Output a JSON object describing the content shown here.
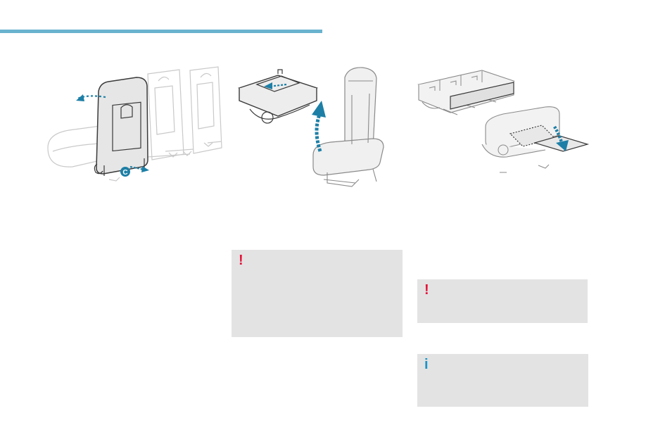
{
  "header": {
    "accent_color": "#6ab3cf"
  },
  "illustrations": {
    "fold_seat_1": {
      "callout_label": "C",
      "arrow_color": "#1d7fa6"
    },
    "fold_seat_2": {
      "arrow_color": "#1d7fa6"
    },
    "fold_seat_3": {
      "arrow_color": "#1d7fa6"
    }
  },
  "notices": [
    {
      "kind": "warning",
      "icon": "exclamation-icon",
      "glyph": "!",
      "color": "#e3153a"
    },
    {
      "kind": "warning",
      "icon": "exclamation-icon",
      "glyph": "!",
      "color": "#e3153a"
    },
    {
      "kind": "info",
      "icon": "info-icon",
      "glyph": "i",
      "color": "#1a94c8"
    }
  ]
}
